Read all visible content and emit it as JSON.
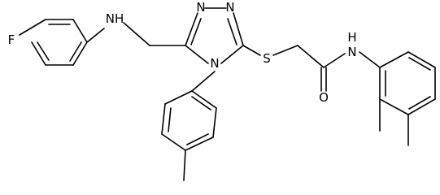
{
  "atoms": {
    "F": "F",
    "NH_amine": "NH",
    "N_triazole_top_left": "N",
    "N_triazole_top_right": "N",
    "N_triazole_bottom": "N",
    "S": "S",
    "O": "O",
    "NH_amide": "N",
    "H_amide": "H"
  }
}
